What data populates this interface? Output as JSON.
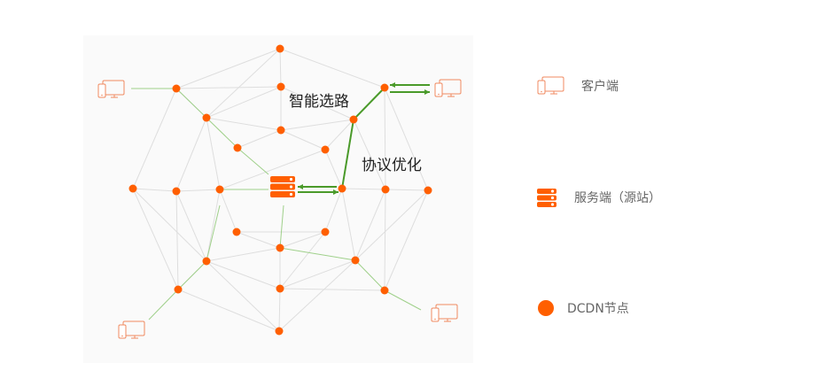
{
  "diagram": {
    "labels": {
      "smart_routing": "智能选路",
      "protocol_optimization": "协议优化"
    },
    "colors": {
      "node": "#ff5f00",
      "edge": "#dedede",
      "green": "#4a9a2a",
      "light_green": "#9fd08a",
      "client": "#f08a60",
      "bg": "#fafafa"
    },
    "nodes": [
      {
        "id": "A"
      },
      {
        "id": "B"
      },
      {
        "id": "C"
      },
      {
        "id": "D"
      },
      {
        "id": "E"
      },
      {
        "id": "F"
      },
      {
        "id": "G"
      },
      {
        "id": "H"
      },
      {
        "id": "I"
      },
      {
        "id": "J"
      },
      {
        "id": "K"
      },
      {
        "id": "L"
      },
      {
        "id": "M"
      },
      {
        "id": "N"
      },
      {
        "id": "O"
      },
      {
        "id": "P"
      },
      {
        "id": "Q"
      },
      {
        "id": "R"
      },
      {
        "id": "S"
      },
      {
        "id": "T"
      },
      {
        "id": "U"
      },
      {
        "id": "V"
      },
      {
        "id": "W"
      },
      {
        "id": "X"
      }
    ]
  },
  "legend": {
    "client": {
      "label": "客户端",
      "icon": "client-device-icon"
    },
    "server": {
      "label": "服务端（源站）",
      "icon": "server-icon"
    },
    "node": {
      "label": "DCDN节点",
      "icon": "dcdn-node-icon"
    }
  }
}
